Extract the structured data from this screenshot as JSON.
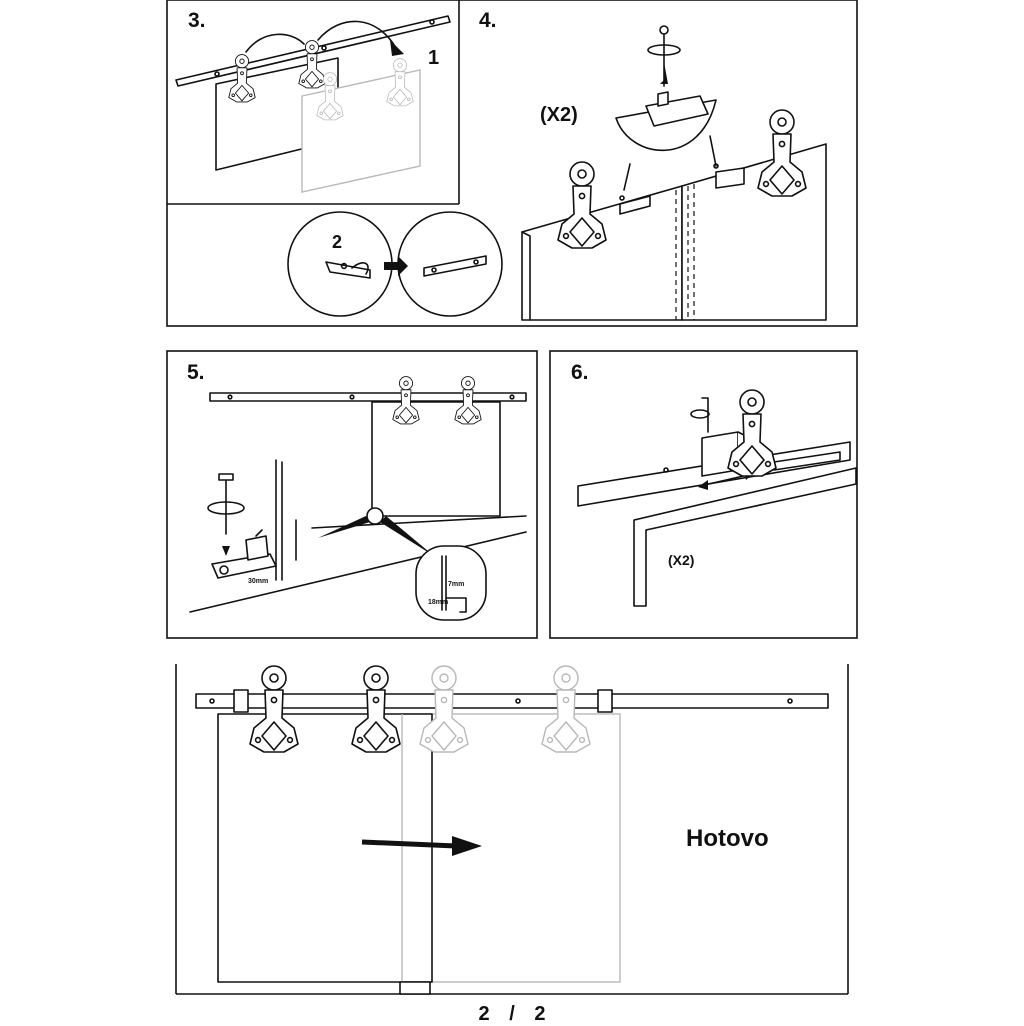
{
  "steps": {
    "s3": {
      "number": "3.",
      "sub1": "1",
      "sub2": "2"
    },
    "s4": {
      "number": "4.",
      "multiplier": "(X2)"
    },
    "s5": {
      "number": "5.",
      "dim_a": "30mm",
      "dim_b": "7mm",
      "dim_c": "18mm"
    },
    "s6": {
      "number": "6.",
      "multiplier": "(X2)"
    }
  },
  "final": {
    "done_label": "Hotovo"
  },
  "page": {
    "current": "2",
    "separator": "/",
    "total": "2"
  },
  "colors": {
    "ink": "#111111",
    "ghost": "#b8b8b8",
    "background": "#ffffff"
  },
  "icons": [
    "rotate-arrow-icon",
    "right-arrow-icon",
    "double-arrow-icon",
    "hex-key-icon",
    "screw-icon"
  ]
}
